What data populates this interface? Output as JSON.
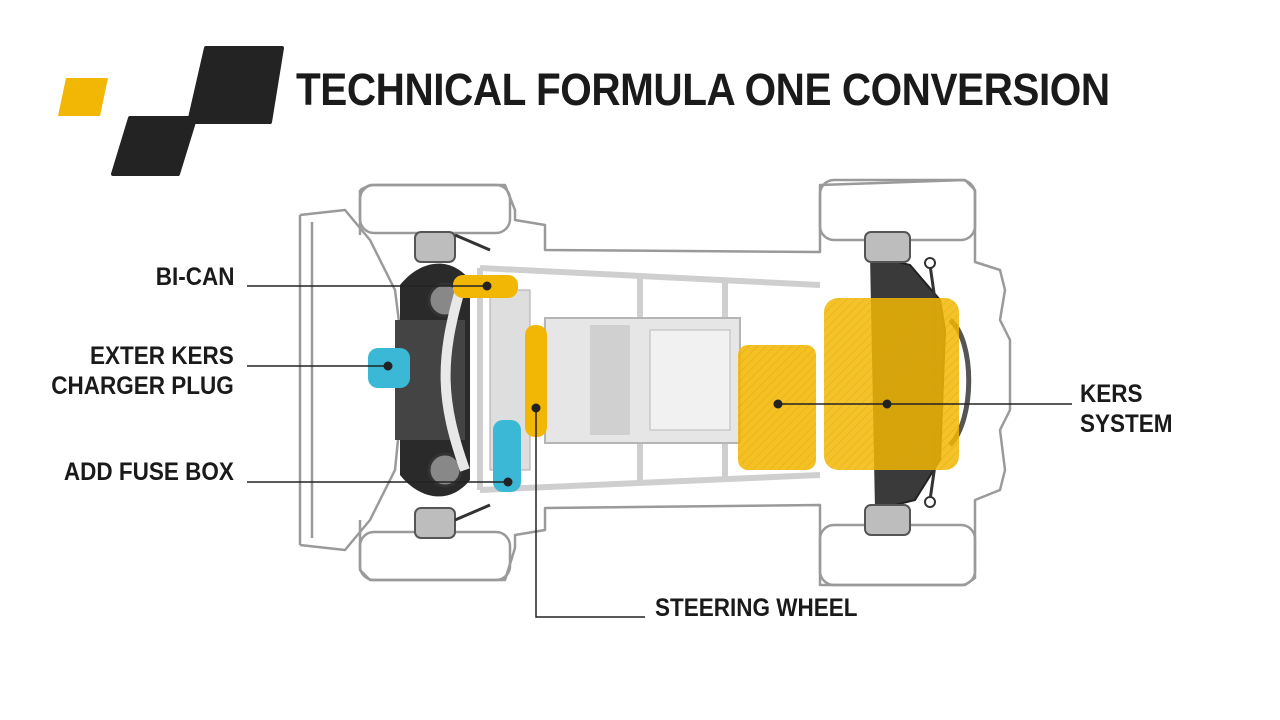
{
  "title": "TECHNICAL FORMULA ONE CONVERSION",
  "colors": {
    "accent_yellow": "#f2b705",
    "accent_cyan": "#3bb8d6",
    "logo_dark": "#232323",
    "outline_gray": "#9a9a9a"
  },
  "labels": {
    "bi_can": "BI-CAN",
    "exter_kers_line1": "EXTER KERS",
    "exter_kers_line2": "CHARGER PLUG",
    "add_fuse_box": "ADD FUSE BOX",
    "kers_line1": "KERS",
    "kers_line2": "SYSTEM",
    "steering_wheel": "STEERING WHEEL"
  }
}
